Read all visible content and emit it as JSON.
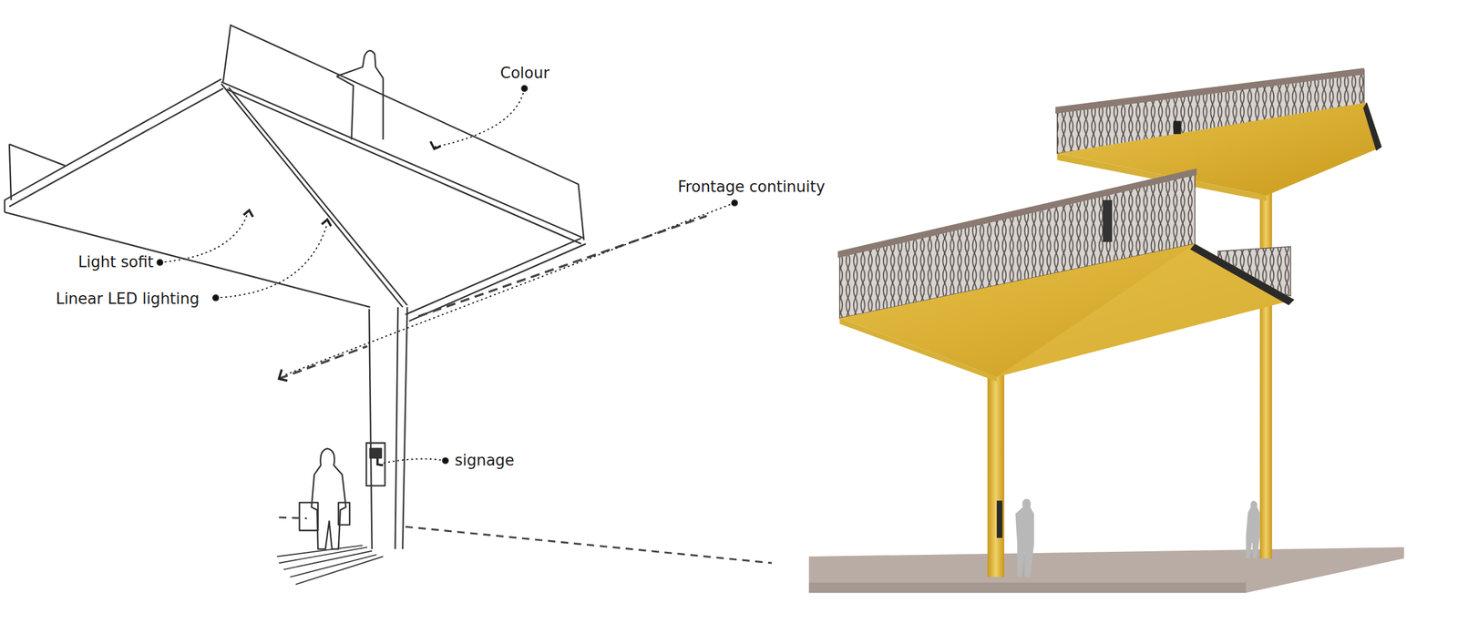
{
  "diagram": {
    "labels": [
      "Colour",
      "Frontage continuity",
      "Light sofit",
      "Linear LED lighting",
      "signage"
    ]
  }
}
